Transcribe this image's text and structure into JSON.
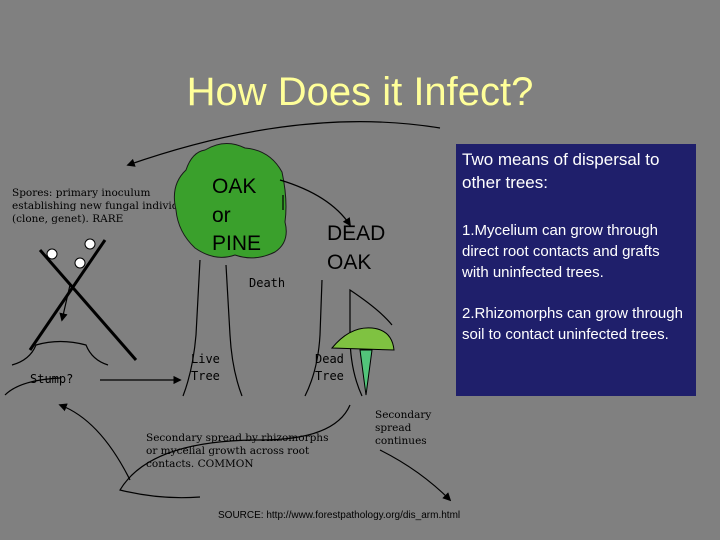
{
  "slide": {
    "title": "How Does it Infect?"
  },
  "diagram": {
    "spores_label": [
      "Spores: primary inoculum",
      "establishing new fungal individual",
      "(clone, genet).  RARE"
    ],
    "tree_label": [
      "OAK",
      "or",
      "PINE"
    ],
    "death_label": "Death",
    "dead_oak_label": [
      "DEAD",
      "OAK"
    ],
    "stump_label": "Stump?",
    "live_tree_label": [
      "Live",
      "Tree"
    ],
    "dead_tree_label": [
      "Dead",
      "Tree"
    ],
    "secondary_spread_label": [
      "Secondary spread by rhizomorphs",
      "or mycelial growth across root",
      "contacts.  COMMON"
    ],
    "secondary_continues_label": [
      "Secondary",
      "spread",
      "continues"
    ]
  },
  "info_box": {
    "intro": "Two means of dispersal to other trees:",
    "point_1": "1.Mycelium can grow through direct root contacts and grafts with uninfected trees.",
    "point_2": "2.Rhizomorphs can grow through soil to contact uninfected trees."
  },
  "source": "SOURCE: http://www.forestpathology.org/dis_arm.html",
  "colors": {
    "background": "#808080",
    "title": "#ffff99",
    "box_bg": "#1f1f6b",
    "tree_canopy": "#3aa02c",
    "mushroom_cap": "#7fc241",
    "mushroom_stem": "#52c47a"
  }
}
